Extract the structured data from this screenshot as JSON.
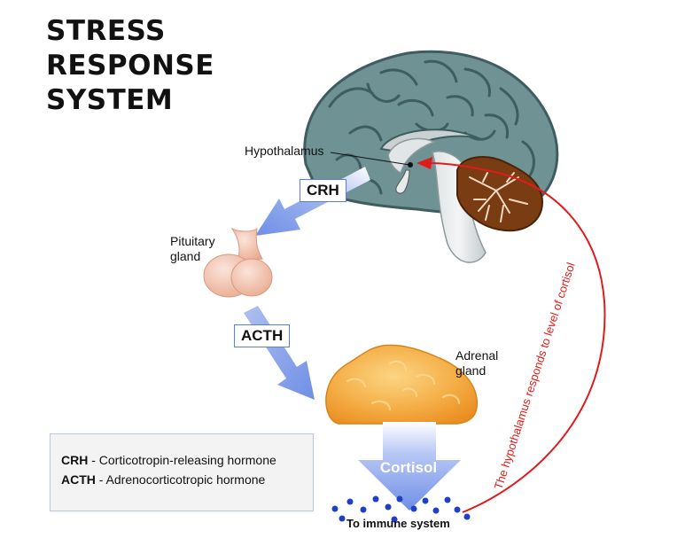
{
  "title_lines": [
    "STRESS",
    "RESPONSE",
    "SYSTEM"
  ],
  "labels": {
    "hypothalamus": "Hypothalamus",
    "pituitary_line1": "Pituitary",
    "pituitary_line2": "gland",
    "adrenal_line1": "Adrenal",
    "adrenal_line2": "gland"
  },
  "hormones": {
    "crh": "CRH",
    "acth": "ACTH",
    "cortisol": "Cortisol"
  },
  "immune_text": "To immune system",
  "feedback_text": "The hypothalamus responds to level of cortisol",
  "legend": [
    {
      "abbr": "CRH",
      "text": " - Corticotropin-releasing hormone"
    },
    {
      "abbr": "ACTH",
      "text": " - Adrenocorticotropic hormone"
    }
  ],
  "colors": {
    "flow_arrow": "#6f8fe6",
    "feedback": "#e11b1b",
    "brain": "#6f9294",
    "cerebellum": "#7a3c12",
    "adrenal": "#f4a93a",
    "pituitary": "#f2c7b4",
    "cortisol_dots": "#1f3fc4"
  }
}
